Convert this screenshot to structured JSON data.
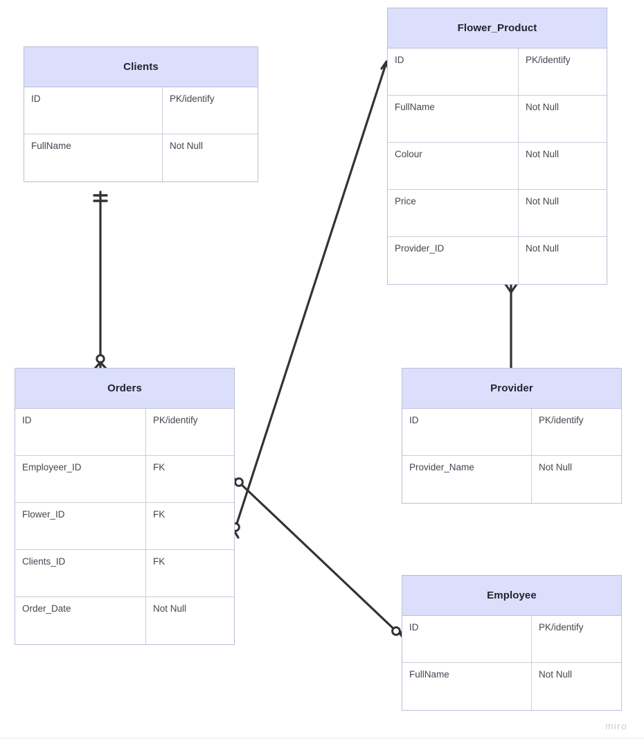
{
  "app": {
    "watermark": "miro",
    "header_color": "#dcdffb",
    "border_color": "#b9bfd6",
    "line_color": "#333333",
    "text_color": "#42464f"
  },
  "entities": [
    {
      "id": "clients",
      "title": "Clients",
      "attributes": [
        {
          "name": "ID",
          "constraint": "PK/identify"
        },
        {
          "name": "FullName",
          "constraint": "Not Null"
        }
      ]
    },
    {
      "id": "flower_product",
      "title": "Flower_Product",
      "attributes": [
        {
          "name": "ID",
          "constraint": "PK/identify"
        },
        {
          "name": "FullName",
          "constraint": "Not Null"
        },
        {
          "name": "Colour",
          "constraint": "Not Null"
        },
        {
          "name": "Price",
          "constraint": "Not Null"
        },
        {
          "name": "Provider_ID",
          "constraint": "Not Null"
        }
      ]
    },
    {
      "id": "orders",
      "title": "Orders",
      "attributes": [
        {
          "name": "ID",
          "constraint": "PK/identify"
        },
        {
          "name": "Employeer_ID",
          "constraint": "FK"
        },
        {
          "name": "Flower_ID",
          "constraint": "FK"
        },
        {
          "name": "Clients_ID",
          "constraint": "FK"
        },
        {
          "name": "Order_Date",
          "constraint": "Not Null"
        }
      ]
    },
    {
      "id": "provider",
      "title": "Provider",
      "attributes": [
        {
          "name": "ID",
          "constraint": "PK/identify"
        },
        {
          "name": "Provider_Name",
          "constraint": "Not Null"
        }
      ]
    },
    {
      "id": "employee",
      "title": "Employee",
      "attributes": [
        {
          "name": "ID",
          "constraint": "PK/identify"
        },
        {
          "name": "FullName",
          "constraint": "Not Null"
        }
      ]
    }
  ],
  "relationships": [
    {
      "id": "clients-orders",
      "from_entity": "Clients",
      "to_entity": "Orders",
      "from_cardinality": "one-and-only-one",
      "to_cardinality": "zero-or-many"
    },
    {
      "id": "provider-flower_product",
      "from_entity": "Provider",
      "to_entity": "Flower_Product",
      "from_cardinality": "one",
      "to_cardinality": "many"
    },
    {
      "id": "orders-flower_product",
      "from_entity": "Orders",
      "from_attribute": "Flower_ID",
      "to_entity": "Flower_Product",
      "to_attribute": "ID",
      "from_cardinality": "zero-or-many",
      "to_cardinality": "many"
    },
    {
      "id": "orders-employee",
      "from_entity": "Orders",
      "from_attribute": "Employeer_ID",
      "to_entity": "Employee",
      "to_attribute": "ID",
      "from_cardinality": "zero-or-many",
      "to_cardinality": "zero-or-many"
    }
  ]
}
